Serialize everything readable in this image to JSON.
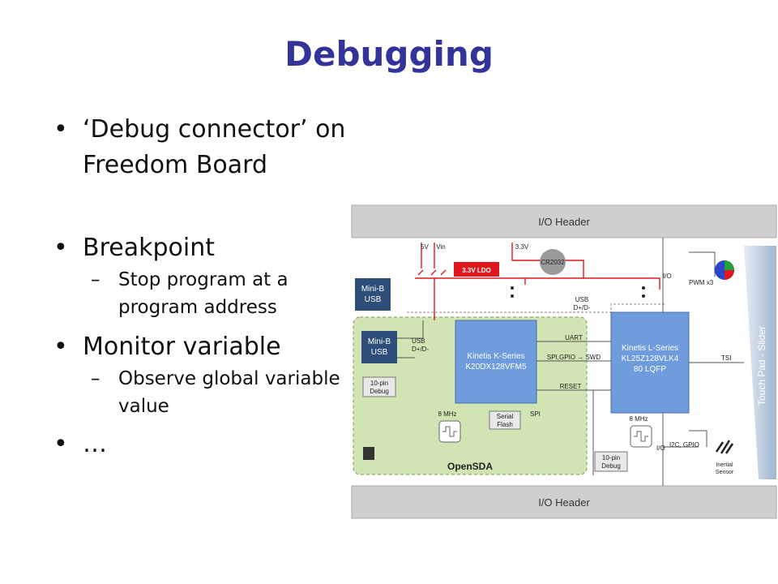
{
  "slide": {
    "title": "Debugging",
    "bullets": [
      {
        "text": "‘Debug connector’ on Freedom Board"
      },
      {
        "text": "Breakpoint",
        "sub": [
          "Stop program at a program address"
        ]
      },
      {
        "text": "Monitor variable",
        "sub": [
          "Observe global variable value"
        ]
      },
      {
        "text": "…"
      }
    ]
  },
  "diagram": {
    "io_header_top": "I/O Header",
    "io_header_bottom": "I/O Header",
    "mini_b_usb_top": [
      "Mini-B",
      "USB"
    ],
    "mini_b_usb_lower": [
      "Mini-B",
      "USB"
    ],
    "ten_pin_debug_left": [
      "10-pin",
      "Debug"
    ],
    "ten_pin_debug_bottom": [
      "10-pin",
      "Debug"
    ],
    "opensda_label": "OpenSDA",
    "k_series": [
      "Kinetis K-Series",
      "K20DX128VFM5"
    ],
    "l_series": [
      "Kinetis L-Series",
      "KL25Z128VLK4",
      "80 LQFP"
    ],
    "ldo_label": "3.3V LDO",
    "coin_cell": "CR2032",
    "serial_flash": [
      "Serial",
      "Flash"
    ],
    "touch_pad": "Touch Pad - Slider",
    "inertial_sensor": [
      "Inertial",
      "Sensor"
    ],
    "labels": {
      "v5": "5V",
      "vin": "Vin",
      "v33": "3.3V",
      "io_top": "I/O",
      "io_bottom": "I/O",
      "pwm": "PWM x3",
      "usb_dpm_top": [
        "USB",
        "D+/D-"
      ],
      "usb_dpm_left": [
        "USB",
        "D+/D-"
      ],
      "uart": "UART",
      "spi_gpio": "SPI,GPIO → SWD",
      "reset": "RESET",
      "spi": "SPI",
      "tsi": "TSI",
      "mhz_left": "8 MHz",
      "mhz_right": "8 MHz",
      "i2c_gpio": "I2C, GPIO"
    },
    "colors": {
      "chip": "#6f9cdc",
      "opensda_bg": "#d3e4b4",
      "header": "#cfcfcf",
      "usb_box": "#2d4e78",
      "power": "#e0181e"
    }
  }
}
